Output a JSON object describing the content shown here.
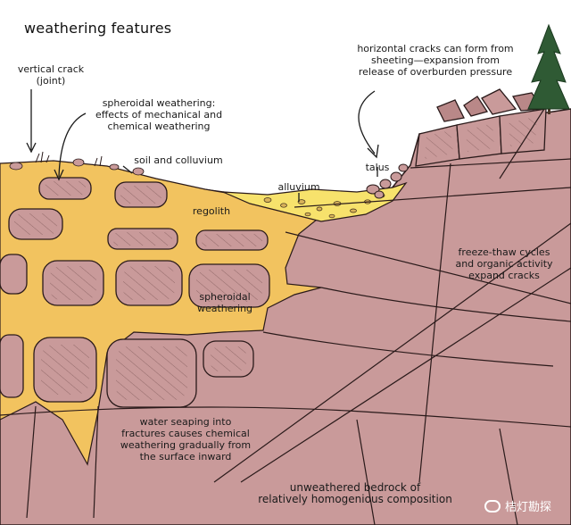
{
  "title": "weathering features",
  "labels": {
    "vertical_crack": "vertical crack\n(joint)",
    "spheroidal_weathering_top": "spheroidal weathering:\neffects of mechanical and\nchemical weathering",
    "soil_and_colluvium": "soil and colluvium",
    "regolith": "regolith",
    "alluvium": "alluvium",
    "talus": "talus",
    "horizontal_cracks": "horizontal cracks can form from\nsheeting—expansion from\nrelease of overburden pressure",
    "freeze_thaw": "freeze-thaw cycles\nand organic activity\nexpand cracks",
    "spheroidal_weathering_mid": "spheroidal\nweathering",
    "water_seeping": "water seaping into\nfractures causes chemical\nweathering gradually from\nthe surface inward",
    "unweathered_bedrock": "unweathered bedrock of\nrelatively homogenious composition"
  },
  "watermark": "桔灯勘探",
  "colors": {
    "bedrock": "#c99a9a",
    "bedrock_dark": "#b98888",
    "regolith": "#f2c35f",
    "alluvium": "#f7e26c",
    "tree": "#2f5a34",
    "ink": "#1a1a1a"
  }
}
